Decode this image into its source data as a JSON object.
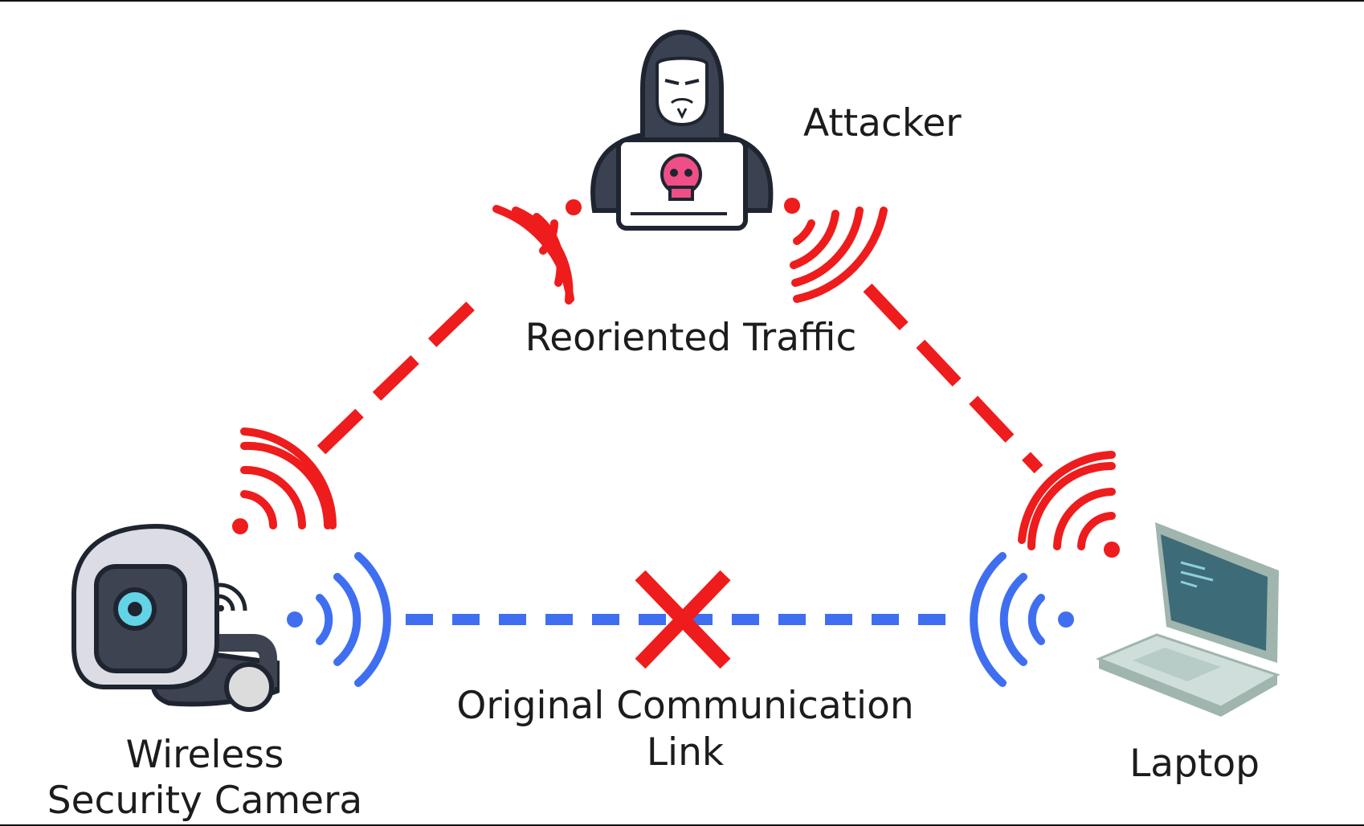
{
  "labels": {
    "attacker": "Attacker",
    "reoriented_traffic": "Reoriented Traffic",
    "original_link_line1": "Original Communication",
    "original_link_line2": "Link",
    "camera_line1": "Wireless",
    "camera_line2": "Security Camera",
    "laptop": "Laptop"
  },
  "colors": {
    "attack_path": "#ee1c1c",
    "original_link": "#3f6ff0",
    "blocked_mark": "#ee1c1c",
    "skull": "#ef4f86",
    "hacker_hood": "#3a4252",
    "camera_body": "#3d4350",
    "camera_lens": "#63d4e6",
    "laptop_screen": "#3d6b78",
    "laptop_body": "#b7ccc6"
  },
  "icons": [
    "hacker-icon",
    "security-camera-icon",
    "laptop-icon",
    "wifi-signal-icon",
    "blocked-x-icon"
  ]
}
